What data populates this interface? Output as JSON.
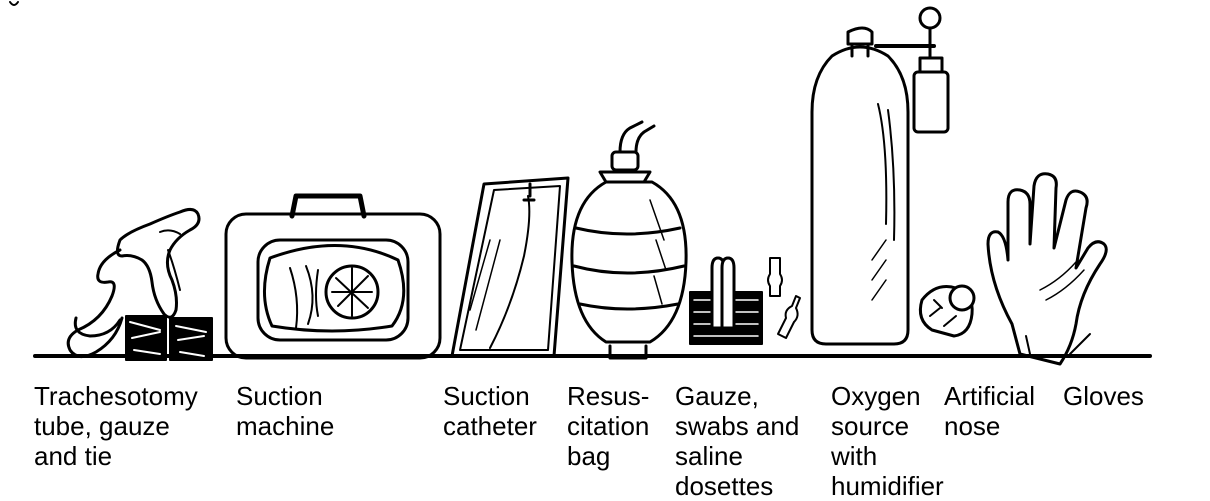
{
  "items": [
    {
      "key": "trach",
      "name": "tracheostomy-tube",
      "label": "Trachesotomy\ntube, gauze\nand tie"
    },
    {
      "key": "suction",
      "name": "suction-machine",
      "label": "Suction\nmachine"
    },
    {
      "key": "cath",
      "name": "suction-catheter",
      "label": "Suction\ncatheter"
    },
    {
      "key": "resus",
      "name": "resuscitation-bag",
      "label": "Resus-\ncitation\nbag"
    },
    {
      "key": "gauze",
      "name": "gauze-swabs",
      "label": "Gauze,\nswabs and\nsaline\ndosettes"
    },
    {
      "key": "oxygen",
      "name": "oxygen-cylinder",
      "label": "Oxygen\nsource\nwith\nhumidifier"
    },
    {
      "key": "nose",
      "name": "artificial-nose",
      "label": "Artificial\nnose"
    },
    {
      "key": "gloves",
      "name": "gloves",
      "label": "Gloves"
    }
  ]
}
